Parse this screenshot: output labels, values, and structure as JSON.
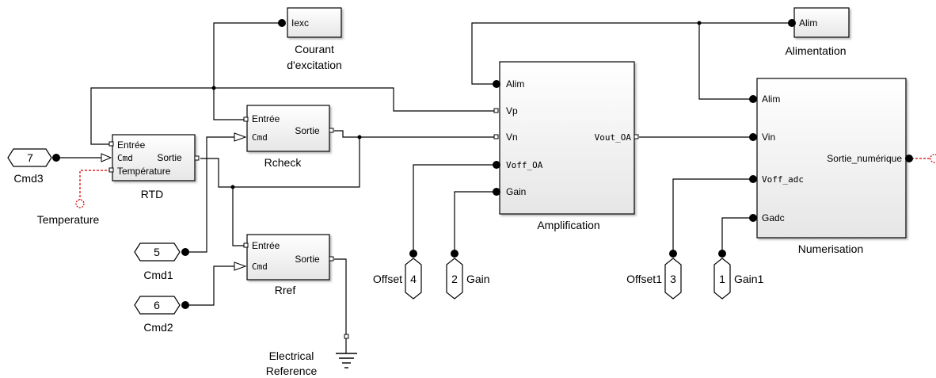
{
  "blocks": {
    "rtd": {
      "name": "RTD",
      "ports": {
        "entree": "Entrée",
        "cmd": "Cmd",
        "temperature": "Température",
        "sortie": "Sortie"
      }
    },
    "rcheck": {
      "name": "Rcheck",
      "ports": {
        "entree": "Entrée",
        "cmd": "Cmd",
        "sortie": "Sortie"
      }
    },
    "rref": {
      "name": "Rref",
      "ports": {
        "entree": "Entrée",
        "cmd": "Cmd",
        "sortie": "Sortie"
      }
    },
    "amplification": {
      "name": "Amplification",
      "ports": {
        "alim": "Alim",
        "vp": "Vp",
        "vn": "Vn",
        "voff": "Voff_OA",
        "gain": "Gain",
        "vout": "Vout_OA"
      }
    },
    "numerisation": {
      "name": "Numerisation",
      "ports": {
        "alim": "Alim",
        "vin": "Vin",
        "voff": "Voff_adc",
        "gadc": "Gadc",
        "sortie": "Sortie_numérique"
      }
    },
    "iexc": {
      "name": "Courant d'excitation",
      "name_line1": "Courant",
      "name_line2": "d'excitation",
      "port": "Iexc"
    },
    "alimentation": {
      "name": "Alimentation",
      "port": "Alim"
    },
    "electrical_reference": {
      "name": "Electrical Reference",
      "name_line1": "Electrical",
      "name_line2": "Reference"
    }
  },
  "inports": {
    "cmd3": {
      "num": "7",
      "label": "Cmd3"
    },
    "cmd1": {
      "num": "5",
      "label": "Cmd1"
    },
    "cmd2": {
      "num": "6",
      "label": "Cmd2"
    },
    "offset": {
      "num": "4",
      "label": "Offset"
    },
    "gain": {
      "num": "2",
      "label": "Gain"
    },
    "offset1": {
      "num": "3",
      "label": "Offset1"
    },
    "gain1": {
      "num": "1",
      "label": "Gain1"
    }
  },
  "connection_ports": {
    "temperature": {
      "label": "Temperature"
    }
  },
  "colors": {
    "block_fill": "#f2f2f2",
    "line": "#000000",
    "physical_link": "#d40000"
  }
}
